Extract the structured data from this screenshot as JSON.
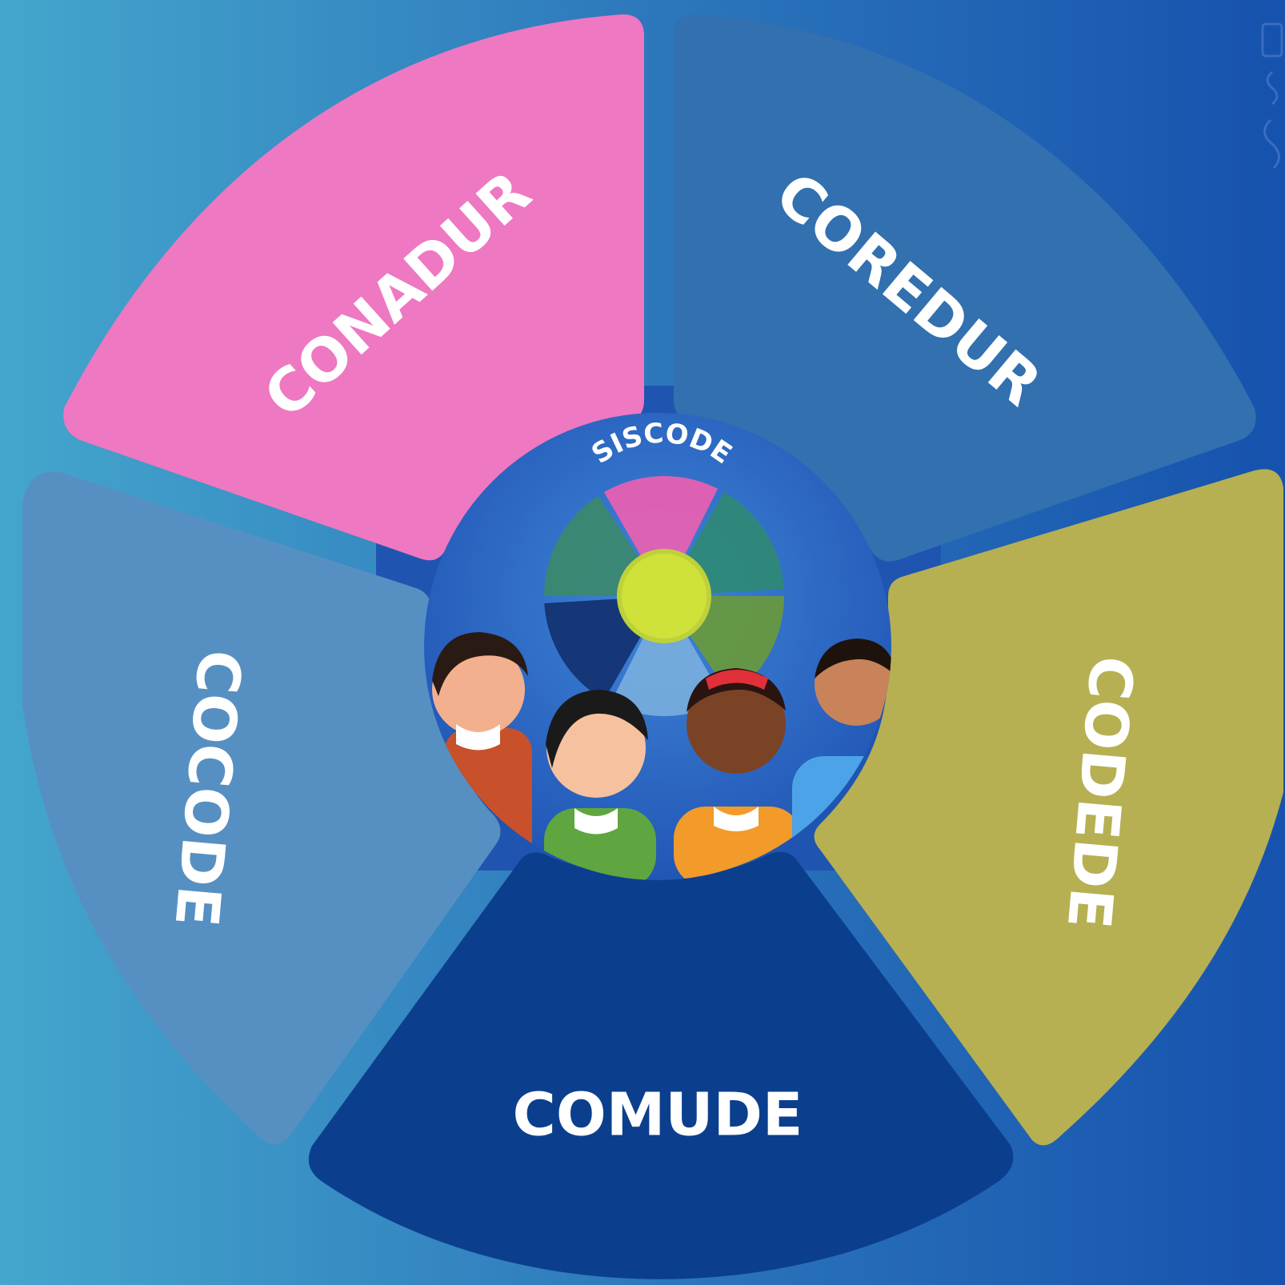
{
  "diagram": {
    "center_title": "SISCODE",
    "segments": [
      {
        "id": "conadur",
        "label": "CONADUR",
        "color": "#ee78c1"
      },
      {
        "id": "coredur",
        "label": "COREDUR",
        "color": "#3270af"
      },
      {
        "id": "codede",
        "label": "CODEDE",
        "color": "#b6b052"
      },
      {
        "id": "comude",
        "label": "COMUDE",
        "color": "#0b3f8d"
      },
      {
        "id": "cocode",
        "label": "COCODE",
        "color": "#5690c2"
      }
    ],
    "logo_wheel_colors": [
      "#ee5fb0",
      "#2f8a73",
      "#6a9a3a",
      "#7aaede",
      "#12306e",
      "#3b8a6a"
    ],
    "logo_center_color": "#cfe23a"
  }
}
